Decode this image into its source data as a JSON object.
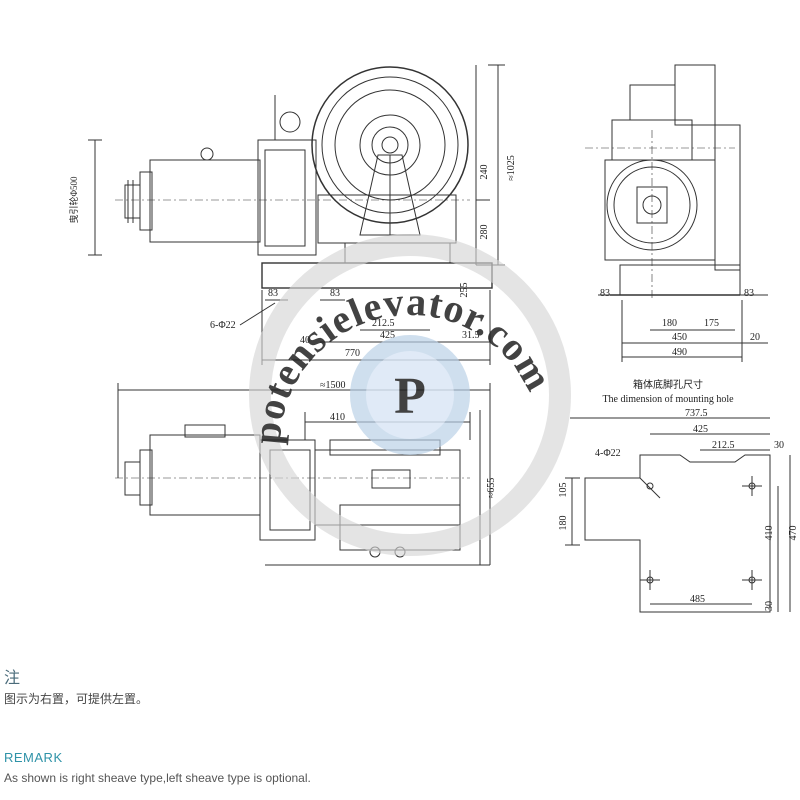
{
  "drawing": {
    "front_view": {
      "sheave_diameter": "曳引轮Φ500",
      "dim_height_total": "≈1025",
      "dim_240": "240",
      "dim_280": "280",
      "dim_255": "255",
      "dim_83_left": "83",
      "dim_83_mid": "83",
      "holes": "6-Φ22",
      "dim_212_5": "212.5",
      "dim_425": "425",
      "dim_31_5": "31.5",
      "dim_770": "770",
      "dim_40": "40"
    },
    "side_view": {
      "dim_83_left": "83",
      "dim_83_right": "83",
      "dim_180": "180",
      "dim_175": "175",
      "dim_450": "450",
      "dim_20": "20",
      "dim_490": "490"
    },
    "top_view": {
      "dim_1500": "≈1500",
      "dim_410": "410",
      "dim_655": "≈655"
    },
    "mounting": {
      "title_cn": "箱体底脚孔尺寸",
      "title_en": "The dimension of mounting hole",
      "dim_737_5": "737.5",
      "dim_425": "425",
      "dim_212_5": "212.5",
      "dim_30_top": "30",
      "holes": "4-Φ22",
      "dim_105": "105",
      "dim_180": "180",
      "dim_410": "410",
      "dim_470": "470",
      "dim_485": "485",
      "dim_30_bottom": "30"
    }
  },
  "watermark": {
    "text": "potensielevator.com",
    "logo_letter": "P"
  },
  "note": {
    "title": "注",
    "text": "图示为右置，可提供左置。"
  },
  "remark": {
    "title": "REMARK",
    "text": "As shown is right sheave type,left sheave type is optional."
  }
}
